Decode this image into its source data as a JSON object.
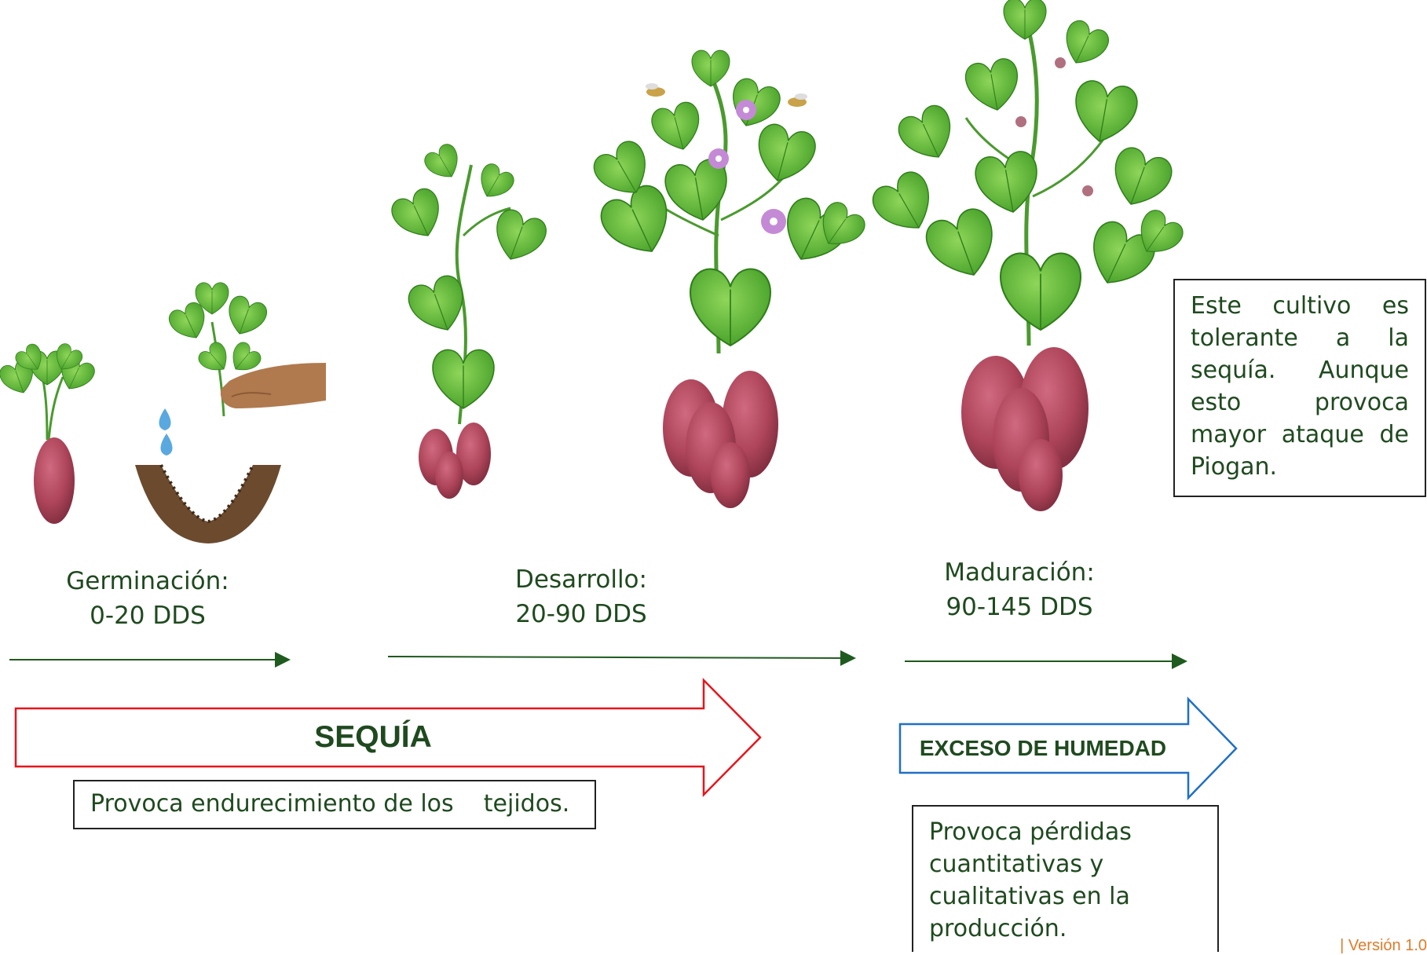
{
  "stages": [
    {
      "name": "Germinación:",
      "range": "0-20 DDS"
    },
    {
      "name": "Desarrollo:",
      "range": "20-90 DDS"
    },
    {
      "name": "Maduración:",
      "range": "90-145 DDS"
    }
  ],
  "drought": {
    "title": "SEQUÍA",
    "effect": "Provoca endurecimiento de los    tejidos.",
    "color": "#e8141c"
  },
  "humidity": {
    "title": "EXCESO DE HUMEDAD",
    "effect": "Provoca pérdidas cuantitativas y cualitativas en la producción.",
    "color": "#1f6fc4"
  },
  "tolerance_note": "Este cultivo es tolerante a la sequía. Aunque esto provoca mayor ataque de Piogan.",
  "footer": {
    "version": "| Versión 1.0"
  },
  "colors": {
    "leaf": "#5dbb3a",
    "leaf_dark": "#3a8f22",
    "tuber": "#b04a5e",
    "stem": "#4a9a2e",
    "text": "#1f4a1f",
    "timeline": "#1f5a1f"
  }
}
